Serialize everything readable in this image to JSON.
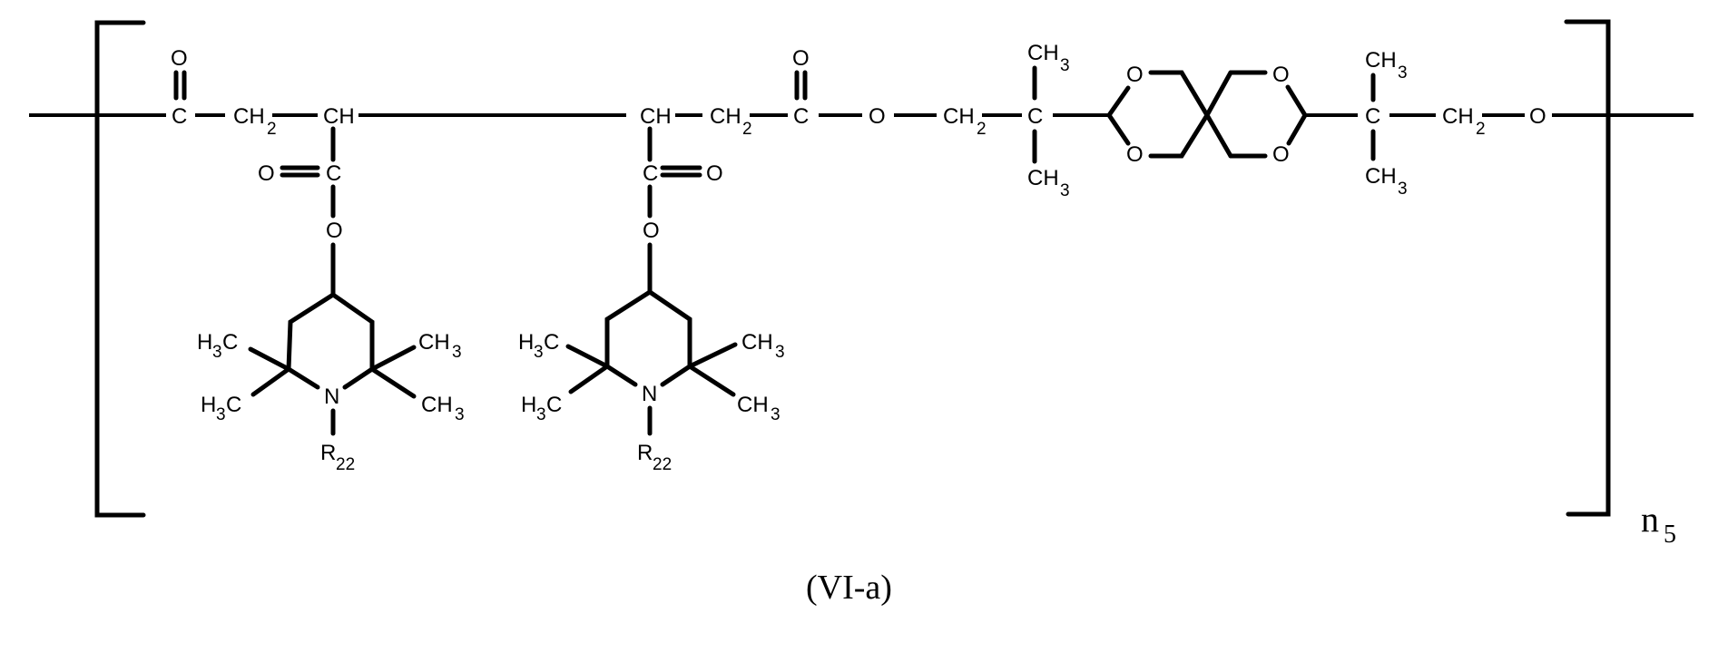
{
  "diagram": {
    "compound_label": "(VI-a)",
    "repeat_unit": {
      "n": "n",
      "n_subscript": "5"
    },
    "atoms": {
      "O": "O",
      "C": "C",
      "CH": "CH",
      "CH2": "CH",
      "CH2_sub": "2",
      "CH3": "CH",
      "CH3_sub": "3",
      "H3C_H": "H",
      "H3C_sub": "3",
      "H3C_C": "C",
      "N": "N",
      "R22": "R",
      "R22_sub": "22"
    },
    "bond_color": "#000000",
    "background": "#ffffff"
  }
}
